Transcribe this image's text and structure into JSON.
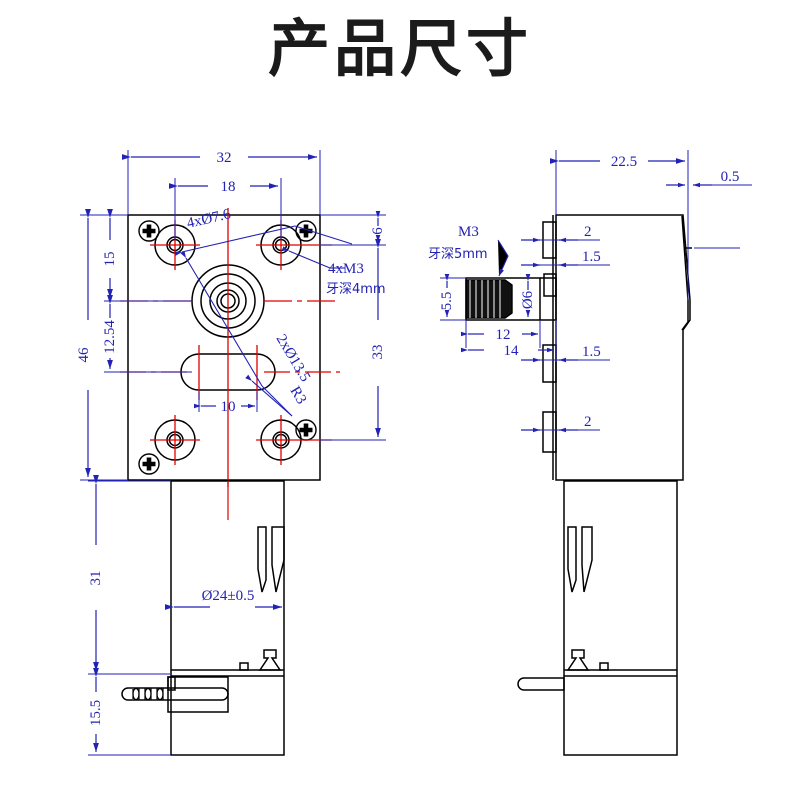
{
  "page": {
    "title": "产品尺寸",
    "background_color": "#ffffff"
  },
  "colors": {
    "outline": "#000000",
    "dimension": "#2222b4",
    "centerline": "#e00000",
    "title_text": "#1b1b1b"
  },
  "drawing": {
    "type": "engineering-dimension-drawing",
    "subject": "worm gear motor (gearbox + DC motor)",
    "views": [
      {
        "name": "front-view",
        "position": "left",
        "description": "Front face of the gearbox plate with mounting holes, output hub and oblong slot, with motor body below"
      },
      {
        "name": "side-view",
        "position": "right",
        "description": "Side profile of gearbox showing shaft, mounting bosses and motor body"
      }
    ]
  },
  "front_view": {
    "dimensions": {
      "width_overall": "32",
      "hole_pitch_horizontal": "18",
      "height_overall": "46",
      "top_to_hub": "15",
      "hub_to_slot": "12.54",
      "slot_width": "10",
      "right_top_offset": "6",
      "right_lower_span": "33",
      "motor_body_height": "31",
      "rear_cap_height": "15.5"
    },
    "callouts": {
      "counterbore": "4xØ7.6",
      "thread_line1": "4xM3",
      "thread_line2": "牙深4mm",
      "slot_holes": "2xØ13.5",
      "slot_radius": "R3",
      "motor_diameter": "Ø24±0.5"
    }
  },
  "side_view": {
    "dimensions": {
      "body_depth": "22.5",
      "lip_thickness": "0.5",
      "boss_top": "2",
      "boss_upper": "1.5",
      "boss_lower": "1.5",
      "boss_bottom": "2",
      "shaft_flat_height": "5.5",
      "shaft_diameter": "Ø6",
      "shaft_length_inner": "12",
      "shaft_length_outer": "14"
    },
    "callouts": {
      "thread_line1": "M3",
      "thread_line2": "牙深5mm"
    }
  }
}
